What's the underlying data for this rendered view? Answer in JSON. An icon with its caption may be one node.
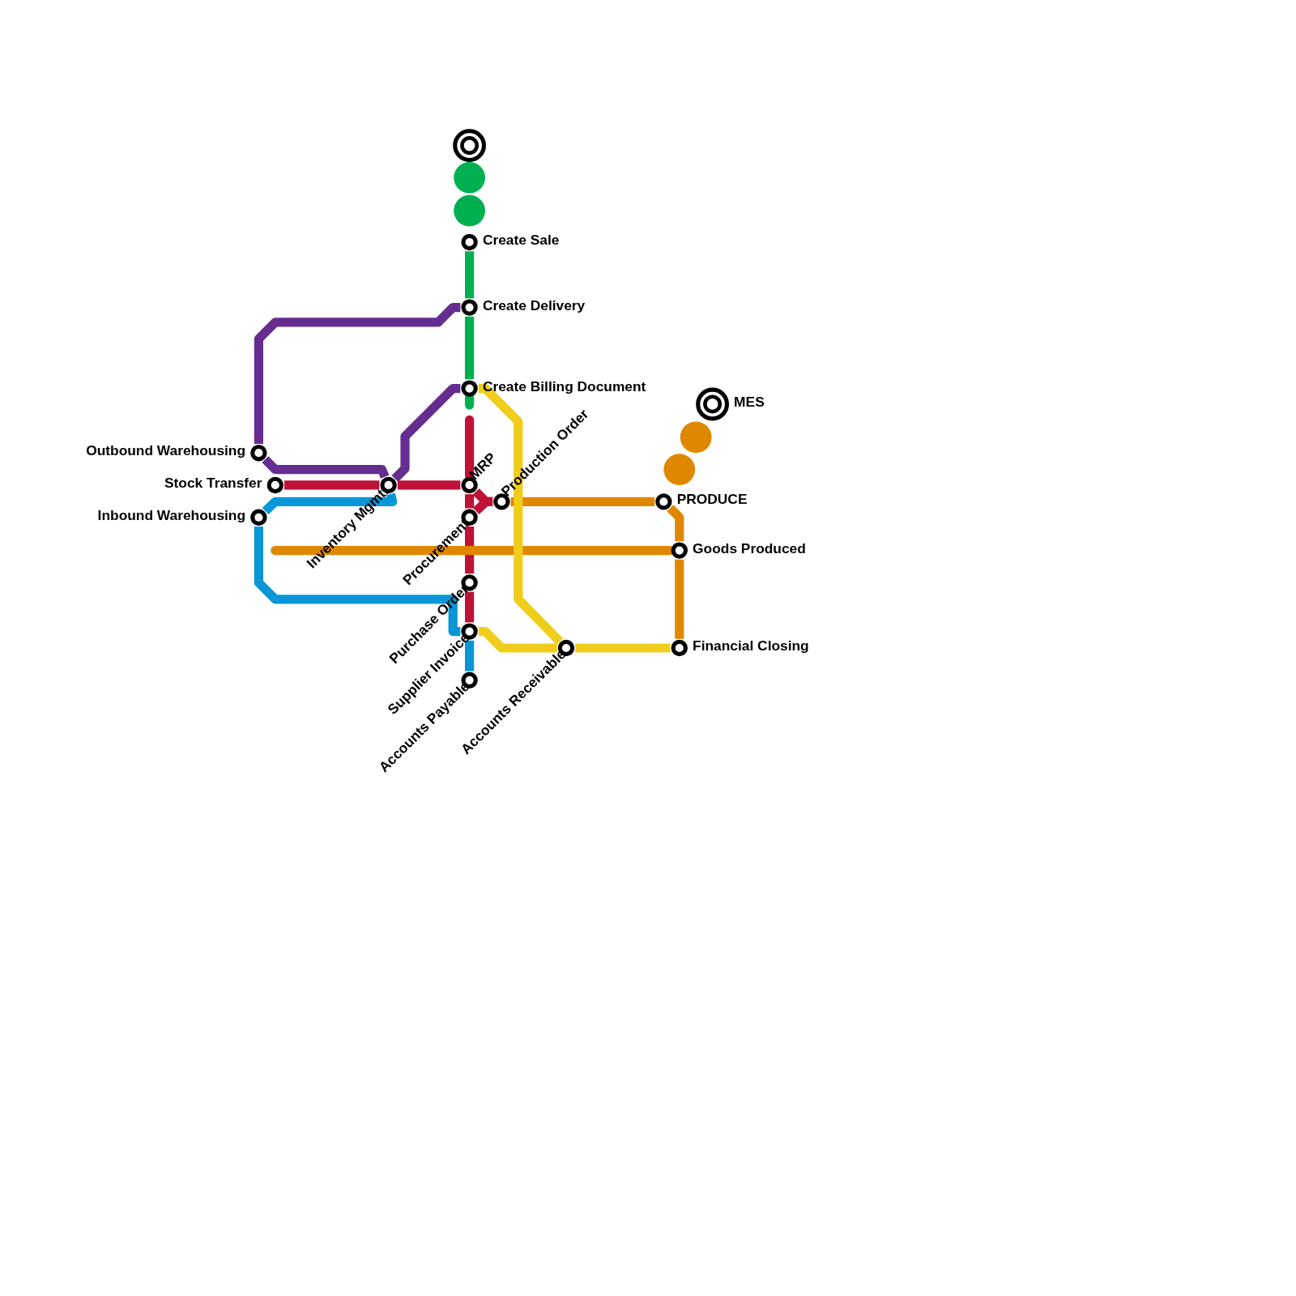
{
  "diagram": {
    "nodes": [
      {
        "text": [],
        "shape": "circle"
      },
      {
        "text": [],
        "shape": "circle"
      },
      {
        "text": [],
        "shape": "circle"
      },
      {
        "text": [
          "Create Sale"
        ]
      },
      {
        "text": [
          "Create Delivery"
        ]
      },
      {
        "text": [
          "Create Billing Document"
        ]
      },
      {
        "text": [
          "MES"
        ]
      },
      {
        "text": [],
        "shape": "circle"
      },
      {
        "text": [],
        "shape": "circle"
      },
      {
        "text": [
          "Outbound Warehousing"
        ]
      },
      {
        "text": [
          "Stock Transfer"
        ]
      },
      {
        "text": [
          "Inventory Mgmt."
        ]
      },
      {
        "text": [
          "MRP"
        ]
      },
      {
        "text": [
          "Production Order"
        ]
      },
      {
        "text": [
          "PRODUCE"
        ]
      },
      {
        "text": [
          "Inbound Warehousing"
        ]
      },
      {
        "text": [
          "Procurement"
        ]
      },
      {
        "text": [
          "Goods Produced"
        ]
      },
      {
        "text": [
          "Purchase Order"
        ]
      },
      {
        "text": [
          "Supplier Invoice"
        ]
      },
      {
        "text": [
          "Financial Closing"
        ]
      },
      {
        "text": [
          "Accounts Receivable"
        ]
      },
      {
        "text": [
          "Accounts Payable"
        ]
      }
    ],
    "edges": [
      {
        "from": 3,
        "to": 4,
        "arrow": "none",
        "color": "#00b050"
      },
      {
        "from": 4,
        "to": 5,
        "arrow": "none",
        "color": "#00b050"
      },
      {
        "from": 5,
        "to": null,
        "arrow": "none",
        "color": "#00b050"
      },
      {
        "from": 4,
        "to": 9,
        "arrow": "none",
        "color": "#662d91"
      },
      {
        "from": 9,
        "to": 11,
        "arrow": "none",
        "color": "#662d91"
      },
      {
        "from": 11,
        "to": 5,
        "arrow": "none",
        "color": "#662d91"
      },
      {
        "from": 10,
        "to": 11,
        "arrow": "none",
        "color": "#be1238"
      },
      {
        "from": 11,
        "to": 12,
        "arrow": "none",
        "color": "#be1238"
      },
      {
        "from": null,
        "to": 12,
        "arrow": "none",
        "color": "#be1238"
      },
      {
        "from": 12,
        "to": 13,
        "arrow": "none",
        "color": "#be1238"
      },
      {
        "from": 13,
        "to": 16,
        "arrow": "none",
        "color": "#be1238"
      },
      {
        "from": 12,
        "to": 16,
        "arrow": "none",
        "color": "#be1238"
      },
      {
        "from": 16,
        "to": 18,
        "arrow": "none",
        "color": "#be1238"
      },
      {
        "from": 18,
        "to": 19,
        "arrow": "none",
        "color": "#be1238"
      },
      {
        "from": 11,
        "to": 15,
        "arrow": "none",
        "color": "#0996d6"
      },
      {
        "from": 15,
        "to": 19,
        "arrow": "none",
        "color": "#0996d6"
      },
      {
        "from": 19,
        "to": 22,
        "arrow": "none",
        "color": "#0996d6"
      },
      {
        "from": 13,
        "to": 14,
        "arrow": "none",
        "color": "#e08700"
      },
      {
        "from": 14,
        "to": 17,
        "arrow": "none",
        "color": "#e08700"
      },
      {
        "from": 17,
        "to": 20,
        "arrow": "none",
        "color": "#e08700"
      },
      {
        "from": null,
        "to": 17,
        "arrow": "none",
        "color": "#e08700"
      },
      {
        "from": 5,
        "to": 21,
        "arrow": "none",
        "color": "#f0cd1a"
      },
      {
        "from": 19,
        "to": 21,
        "arrow": "none",
        "color": "#f0cd1a"
      },
      {
        "from": 21,
        "to": 20,
        "arrow": "none",
        "color": "#f0cd1a"
      }
    ]
  }
}
